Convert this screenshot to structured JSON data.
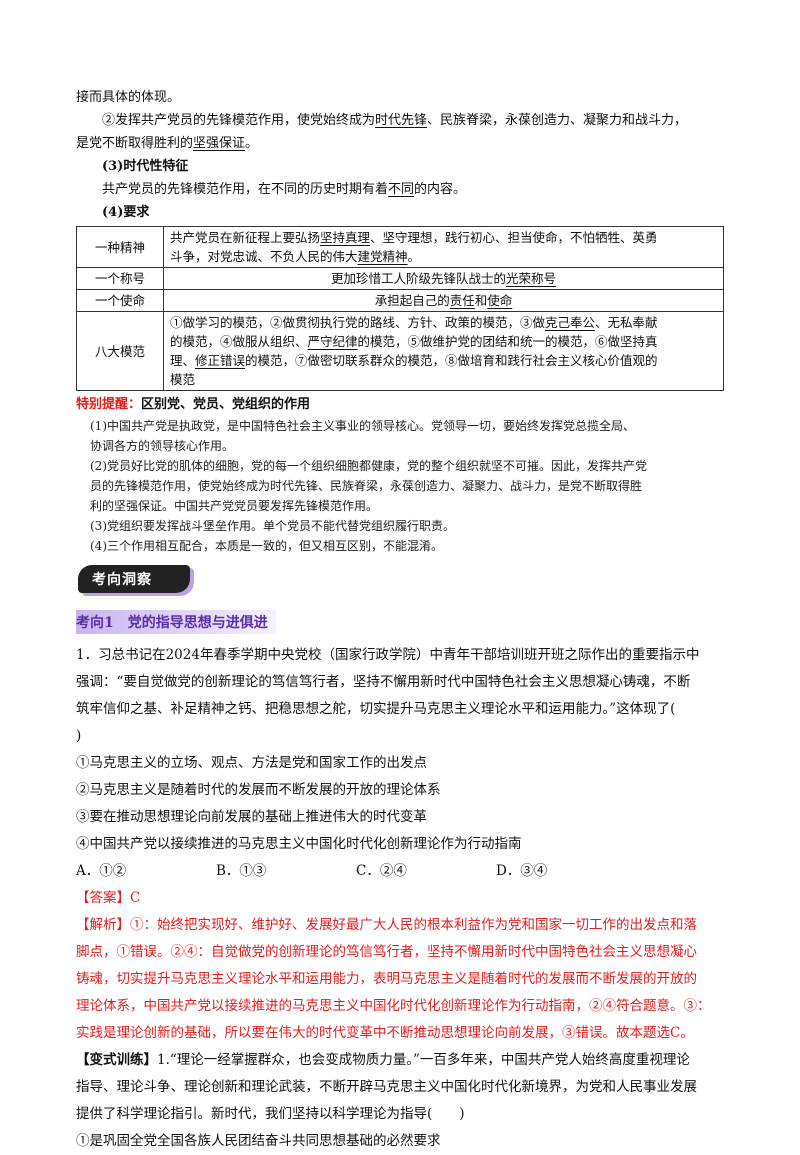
{
  "intro": {
    "line1": "接而具体的体现。",
    "line2a": "②发挥共产党员的先锋模范作用，使党始终成为",
    "line2u1": "时代先锋",
    "line2b": "、民族脊梁，永葆创造力、凝聚力和战斗力，",
    "line3a": "是党不断取得胜利的",
    "line3u": "坚强保证",
    "line3b": "。",
    "h3": "(3)时代性特征",
    "p3a": "共产党员的先锋模范作用，在不同的历史时期有着",
    "p3u": "不同",
    "p3b": "的内容。",
    "h4": "(4)要求"
  },
  "table": {
    "r1k": "一种精神",
    "r1a": "共产党员在新征程上要弘扬",
    "r1u1": "坚持真理",
    "r1b": "、坚守理想，践行初心、担当使命，不怕牺牲、英勇",
    "r1c": "斗争，对党忠诚、不负人民的伟大",
    "r1u2": "建党精神",
    "r1d": "。",
    "r2k": "一个称号",
    "r2a": "更加珍惜工人阶级先锋队战士的",
    "r2u": "光荣称号",
    "r3k": "一个使命",
    "r3a": "承担起自己的",
    "r3u1": "责任",
    "r3b": "和",
    "r3u2": "使命",
    "r4k": "八大模范",
    "r4l1a": "①做学习的模范，②做贯彻执行党的路线、方针、政策的模范，③做",
    "r4l1u": "克己奉公",
    "r4l1b": "、无私奉献",
    "r4l2a": "的模范，④做服从组织、",
    "r4l2u": "严守纪律",
    "r4l2b": "的模范，⑤做维护党的团结和统一的模范，⑥做坚持真",
    "r4l3a": "理、",
    "r4l3u": "修正错误",
    "r4l3b": "的模范，⑦做密切联系群众的模范，⑧做培育和践行社会主义核心价值观的",
    "r4l4": "模范"
  },
  "tip": {
    "label": "特别提醒：",
    "title": "区别党、党员、党组织的作用",
    "p1a": "(1)中国共产党是执政党，是中国特色社会主义事业的领导核心。党领导一切，要始终发挥党总揽全局、",
    "p1b": "协调各方的领导核心作用。",
    "p2a": "(2)党员好比党的肌体的细胞，党的每一个组织细胞都健康，党的整个组织就坚不可摧。因此，发挥共产党",
    "p2b": "员的先锋模范作用，使党始终成为时代先锋、民族脊梁，永葆创造力、凝聚力、战斗力，是党不断取得胜",
    "p2c": "利的坚强保证。中国共产党党员要发挥先锋模范作用。",
    "p3": "(3)党组织要发挥战斗堡垒作用。单个党员不能代替党组织履行职责。",
    "p4": "(4)三个作用相互配合，本质是一致的，但又相互区别，不能混淆。"
  },
  "badge": "考向洞察",
  "section": "考向1　党的指导思想与进俱进",
  "q1": {
    "l1": "1．习总书记在2024年春季学期中央党校（国家行政学院）中青年干部培训班开班之际作出的重要指示中",
    "l2": "强调：“要自觉做党的创新理论的笃信笃行者，坚持不懈用新时代中国特色社会主义思想凝心铸魂，不断",
    "l3": "筑牢信仰之基、补足精神之钙、把稳思想之舵，切实提升马克思主义理论水平和运用能力。”这体现了(",
    "l4": ")",
    "o1": "①马克思主义的立场、观点、方法是党和国家工作的出发点",
    "o2": "②马克思主义是随着时代的发展而不断发展的开放的理论体系",
    "o3": "③要在推动思想理论向前发展的基础上推进伟大的时代变革",
    "o4": "④中国共产党以接续推进的马克思主义中国化时代化创新理论作为行动指南",
    "cA": "A．①②",
    "cB": "B．①③",
    "cC": "C．②④",
    "cD": "D．③④",
    "ans": "【答案】C",
    "ex1": "【解析】①：始终把实现好、维护好、发展好最广大人民的根本利益作为党和国家一切工作的出发点和落",
    "ex2": "脚点，①错误。②④：自觉做党的创新理论的笃信笃行者，坚持不懈用新时代中国特色社会主义思想凝心",
    "ex3": "铸魂，切实提升马克思主义理论水平和运用能力，表明马克思主义是随着时代的发展而不断发展的开放的",
    "ex4": "理论体系，中国共产党以接续推进的马克思主义中国化时代化创新理论作为行动指南，②④符合题意。③：",
    "ex5": "实践是理论创新的基础，所以要在伟大的时代变革中不断推动思想理论向前发展，③错误。故本题选C。"
  },
  "q2": {
    "label": "【变式训练】",
    "l1": "1.“理论一经掌握群众，也会变成物质力量。”一百多年来，中国共产党人始终高度重视理论",
    "l2": "指导、理论斗争、理论创新和理论武装，不断开辟马克思主义中国化时代化新境界，为党和人民事业发展",
    "l3": "提供了科学理论指引。新时代，我们坚持以科学理论为指导(　　)",
    "o1": "①是巩固全党全国各族人民团结奋斗共同思想基础的必然要求"
  }
}
